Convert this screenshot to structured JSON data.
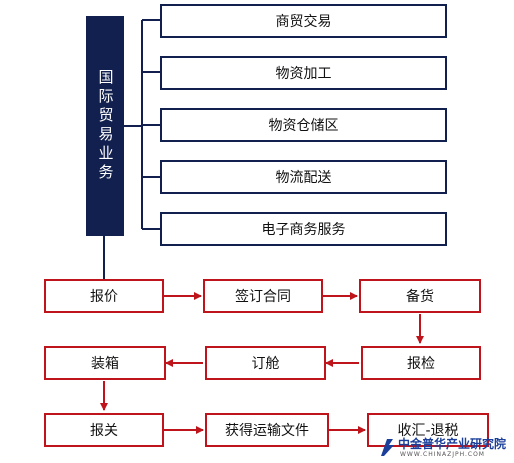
{
  "left_bar": {
    "label": "国际贸易业务"
  },
  "business_types": [
    "商贸交易",
    "物资加工",
    "物资仓储区",
    "物流配送",
    "电子商务服务"
  ],
  "process": {
    "row1": [
      "报价",
      "签订合同",
      "备货"
    ],
    "row2": [
      "装箱",
      "订舱",
      "报检"
    ],
    "row3": [
      "报关",
      "获得运输文件",
      "收汇-退税"
    ]
  },
  "watermark": {
    "title": "中金普华产业研究院",
    "url": "WWW.CHINAZJPH.COM"
  },
  "colors": {
    "navy": "#12204f",
    "red": "#c0141c"
  }
}
